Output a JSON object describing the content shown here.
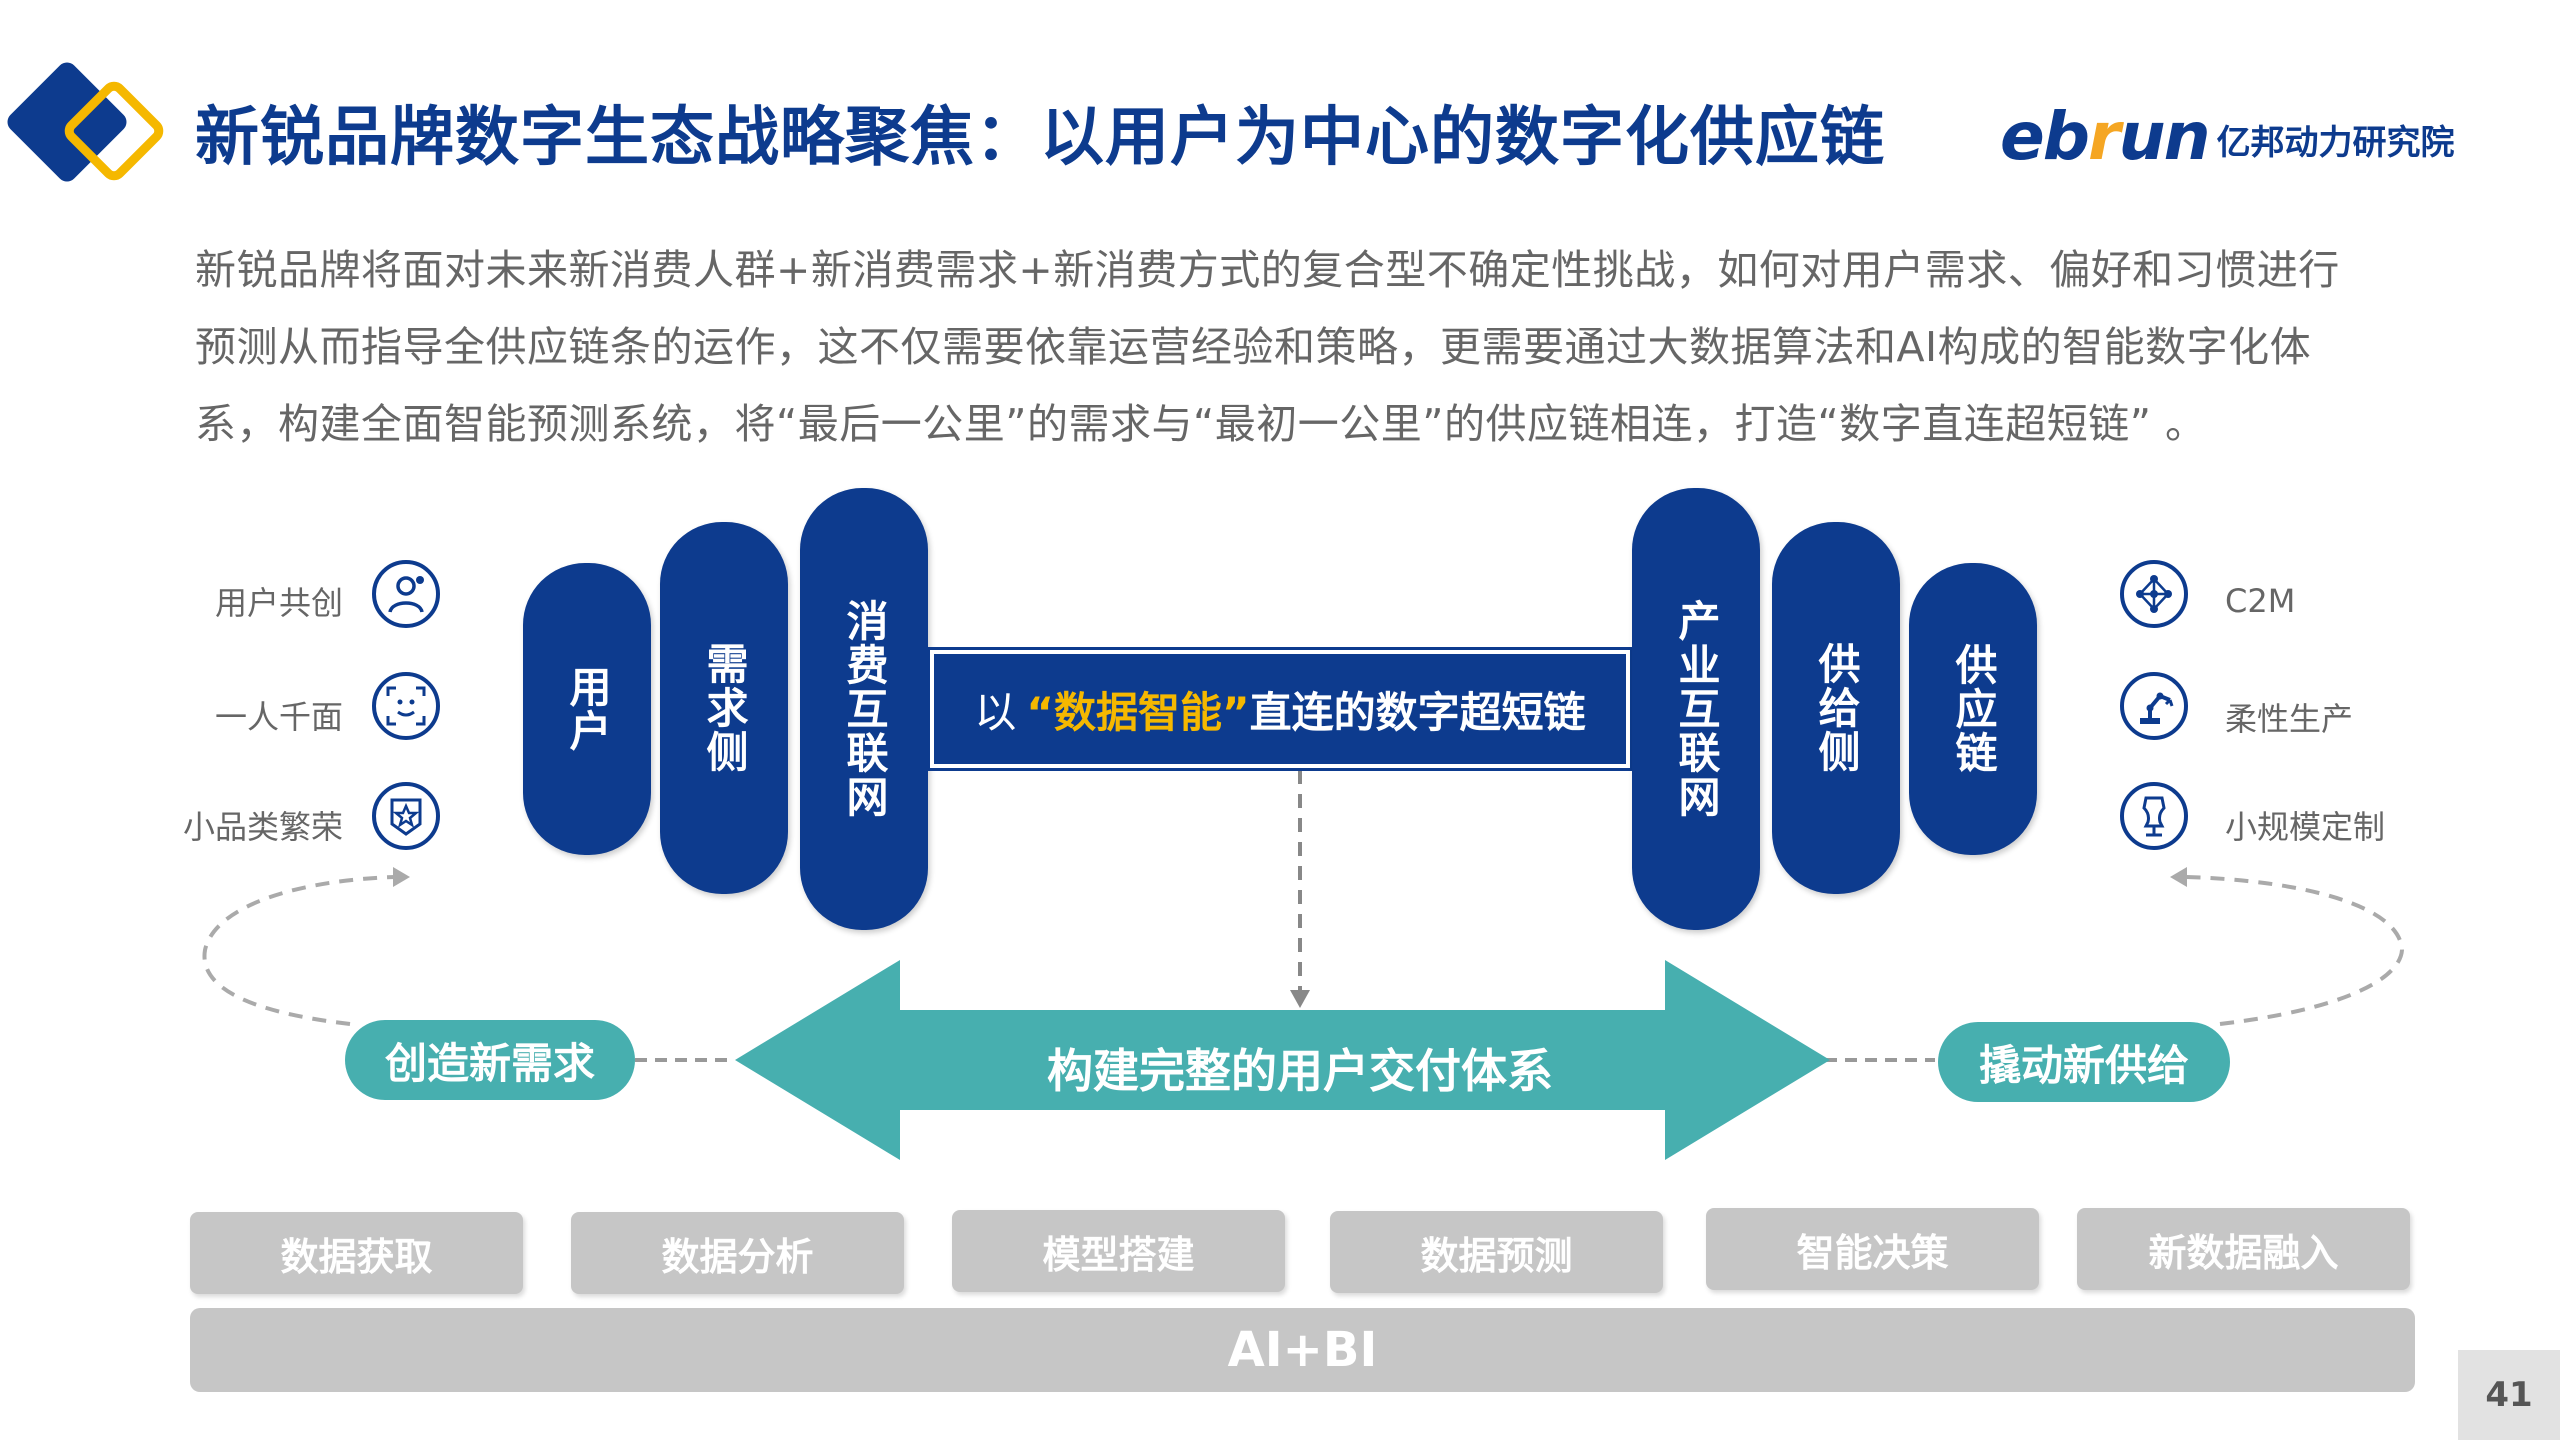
{
  "header": {
    "title": "新锐品牌数字生态战略聚焦：以用户为中心的数字化供应链",
    "brand_en_pre": "eb",
    "brand_en_mid": "r",
    "brand_en_post": "un",
    "brand_cn": "亿邦动力研究院"
  },
  "intro": {
    "line1": "新锐品牌将面对未来新消费人群+新消费需求+新消费方式的复合型不确定性挑战，如何对用户需求、偏好和习惯进行",
    "line2": "预测从而指导全供应链条的运作，这不仅需要依靠运营经验和策略，更需要通过大数据算法和AI构成的智能数字化体",
    "line3": "系，构建全面智能预测系统，将“最后一公里”的需求与“最初一公里”的供应链相连，打造“数字直连超短链”  。"
  },
  "left_pills": [
    "用户",
    "需求侧",
    "消费互联网"
  ],
  "right_pills": [
    "产业互联网",
    "供给侧",
    "供应链"
  ],
  "center": {
    "pre": "以",
    "highlight": "“数据智能”",
    "post": "直连的数字超短链"
  },
  "left_features": [
    {
      "label": "用户共创",
      "icon": "user-icon"
    },
    {
      "label": "一人千面",
      "icon": "face-icon"
    },
    {
      "label": "小品类繁荣",
      "icon": "star-badge-icon"
    }
  ],
  "right_features": [
    {
      "label": "C2M",
      "icon": "network-icon"
    },
    {
      "label": "柔性生产",
      "icon": "robot-arm-icon"
    },
    {
      "label": "小规模定制",
      "icon": "mannequin-icon"
    }
  ],
  "flow": {
    "left_label": "创造新需求",
    "arrow_label": "构建完整的用户交付体系",
    "right_label": "撬动新供给"
  },
  "steps": [
    "数据获取",
    "数据分析",
    "模型搭建",
    "数据预测",
    "智能决策",
    "新数据融入"
  ],
  "base": "AI+BI",
  "page_number": "41",
  "colors": {
    "navy": "#0d3b8e",
    "gold": "#f5b800",
    "teal": "#47afaf",
    "gray": "#c6c6c6"
  }
}
